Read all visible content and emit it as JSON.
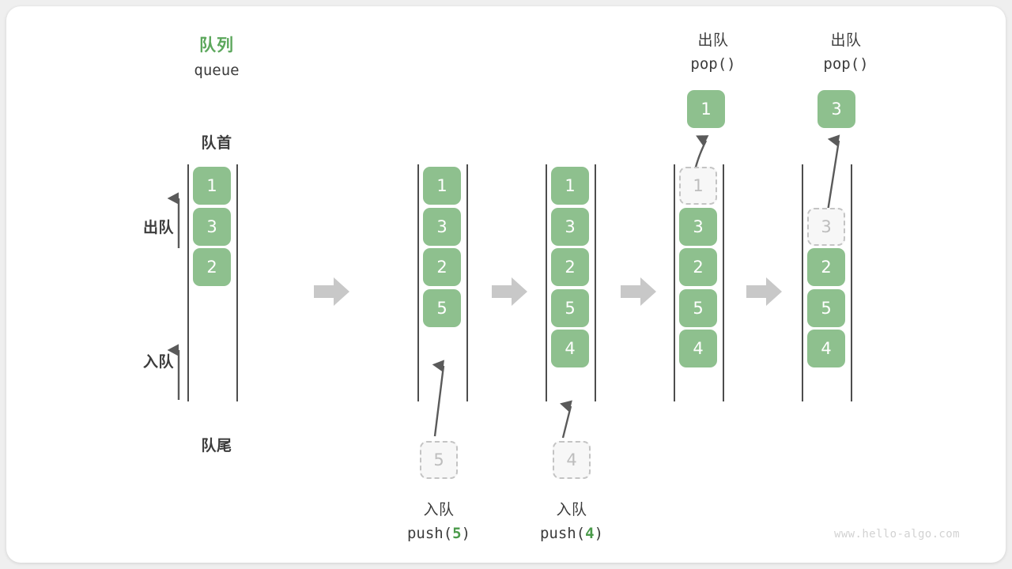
{
  "meta": {
    "watermark": "www.hello-algo.com",
    "colors": {
      "element_green": "#8ec08e",
      "title_green": "#5ca75c",
      "accent_num_green": "#4a9a4a",
      "ghost_fill": "#f7f7f7",
      "ghost_border": "#c4c4c4",
      "rail": "#4d4d4d",
      "block_arrow": "#c8c8c8",
      "text": "#3c3c3c",
      "card_bg": "#ffffff",
      "page_bg": "#efefef"
    }
  },
  "title": {
    "cn": "队列",
    "en": "queue"
  },
  "anchors": {
    "head_label": "队首",
    "tail_label": "队尾",
    "dequeue_label": "出队",
    "enqueue_label": "入队"
  },
  "stages": [
    {
      "id": "initial",
      "kind": "initial",
      "items": [
        "1",
        "3",
        "2"
      ],
      "ghost_index": -1,
      "top_caption_cn": "",
      "top_caption_code": "",
      "popped_value": "",
      "bottom_ghost_value": "",
      "bottom_caption_cn": "",
      "bottom_caption_code_prefix": "",
      "bottom_caption_code_num": "",
      "bottom_caption_code_suffix": ""
    },
    {
      "id": "push-5",
      "kind": "push",
      "items": [
        "1",
        "3",
        "2",
        "5"
      ],
      "ghost_index": -1,
      "top_caption_cn": "",
      "top_caption_code": "",
      "popped_value": "",
      "bottom_ghost_value": "5",
      "bottom_caption_cn": "入队",
      "bottom_caption_code_prefix": "push(",
      "bottom_caption_code_num": "5",
      "bottom_caption_code_suffix": ")"
    },
    {
      "id": "push-4",
      "kind": "push",
      "items": [
        "1",
        "3",
        "2",
        "5",
        "4"
      ],
      "ghost_index": -1,
      "top_caption_cn": "",
      "top_caption_code": "",
      "popped_value": "",
      "bottom_ghost_value": "4",
      "bottom_caption_cn": "入队",
      "bottom_caption_code_prefix": "push(",
      "bottom_caption_code_num": "4",
      "bottom_caption_code_suffix": ")"
    },
    {
      "id": "pop-1",
      "kind": "pop",
      "items": [
        "1",
        "3",
        "2",
        "5",
        "4"
      ],
      "ghost_index": 0,
      "top_caption_cn": "出队",
      "top_caption_code": "pop()",
      "popped_value": "1",
      "bottom_ghost_value": "",
      "bottom_caption_cn": "",
      "bottom_caption_code_prefix": "",
      "bottom_caption_code_num": "",
      "bottom_caption_code_suffix": ""
    },
    {
      "id": "pop-3",
      "kind": "pop",
      "items": [
        "3",
        "2",
        "5",
        "4"
      ],
      "ghost_index": 0,
      "slot_offset": 1,
      "top_caption_cn": "出队",
      "top_caption_code": "pop()",
      "popped_value": "3",
      "bottom_ghost_value": "",
      "bottom_caption_cn": "",
      "bottom_caption_code_prefix": "",
      "bottom_caption_code_num": "",
      "bottom_caption_code_suffix": ""
    }
  ],
  "separators": [
    {
      "id": "sep-1"
    },
    {
      "id": "sep-2"
    },
    {
      "id": "sep-3"
    },
    {
      "id": "sep-4"
    }
  ]
}
